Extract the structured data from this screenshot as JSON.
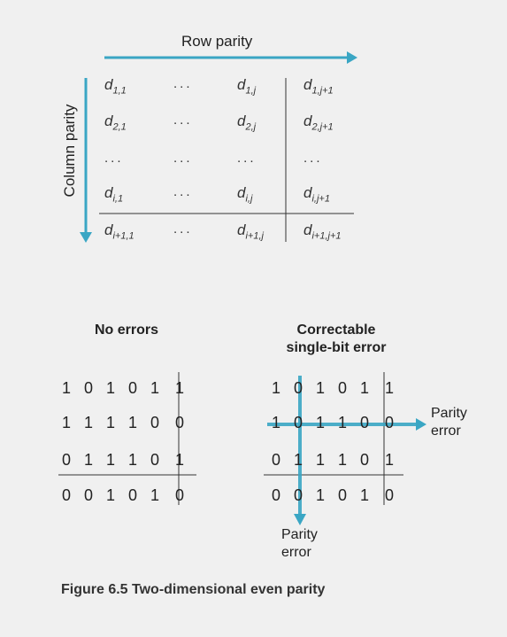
{
  "labels": {
    "row_parity": "Row parity",
    "column_parity": "Column parity",
    "no_errors": "No errors",
    "correctable_line1": "Correctable",
    "correctable_line2": "single-bit error",
    "parity_error_h_line1": "Parity",
    "parity_error_h_line2": "error",
    "parity_error_v_line1": "Parity",
    "parity_error_v_line2": "error",
    "caption": "Figure 6.5 Two-dimensional even parity"
  },
  "generic_matrix": {
    "rows": [
      [
        {
          "t": "d",
          "s": "1,1"
        },
        {
          "t": "dots",
          "s": "..."
        },
        {
          "t": "d",
          "s": "1,j"
        },
        {
          "t": "d",
          "s": "1,j+1"
        }
      ],
      [
        {
          "t": "d",
          "s": "2,1"
        },
        {
          "t": "dots",
          "s": "..."
        },
        {
          "t": "d",
          "s": "2,j"
        },
        {
          "t": "d",
          "s": "2,j+1"
        }
      ],
      [
        {
          "t": "dots",
          "s": "..."
        },
        {
          "t": "dots",
          "s": "..."
        },
        {
          "t": "dots",
          "s": "..."
        },
        {
          "t": "dots",
          "s": "..."
        }
      ],
      [
        {
          "t": "d",
          "s": "i,1"
        },
        {
          "t": "dots",
          "s": "..."
        },
        {
          "t": "d",
          "s": "i,j"
        },
        {
          "t": "d",
          "s": "i,j+1"
        }
      ],
      [
        {
          "t": "d",
          "s": "i+1,1"
        },
        {
          "t": "dots",
          "s": "..."
        },
        {
          "t": "d",
          "s": "i+1,j"
        },
        {
          "t": "d",
          "s": "i+1,j+1"
        }
      ]
    ]
  },
  "no_errors_matrix": [
    [
      "1",
      "0",
      "1",
      "0",
      "1",
      "1"
    ],
    [
      "1",
      "1",
      "1",
      "1",
      "0",
      "0"
    ],
    [
      "0",
      "1",
      "1",
      "1",
      "0",
      "1"
    ],
    [
      "0",
      "0",
      "1",
      "0",
      "1",
      "0"
    ]
  ],
  "error_matrix": [
    [
      "1",
      "0",
      "1",
      "0",
      "1",
      "1"
    ],
    [
      "1",
      "0",
      "1",
      "1",
      "0",
      "0"
    ],
    [
      "0",
      "1",
      "1",
      "1",
      "0",
      "1"
    ],
    [
      "0",
      "0",
      "1",
      "0",
      "1",
      "0"
    ]
  ],
  "colors": {
    "accent": "#3aa6c4",
    "background": "#f0f0f0",
    "text": "#222222"
  }
}
